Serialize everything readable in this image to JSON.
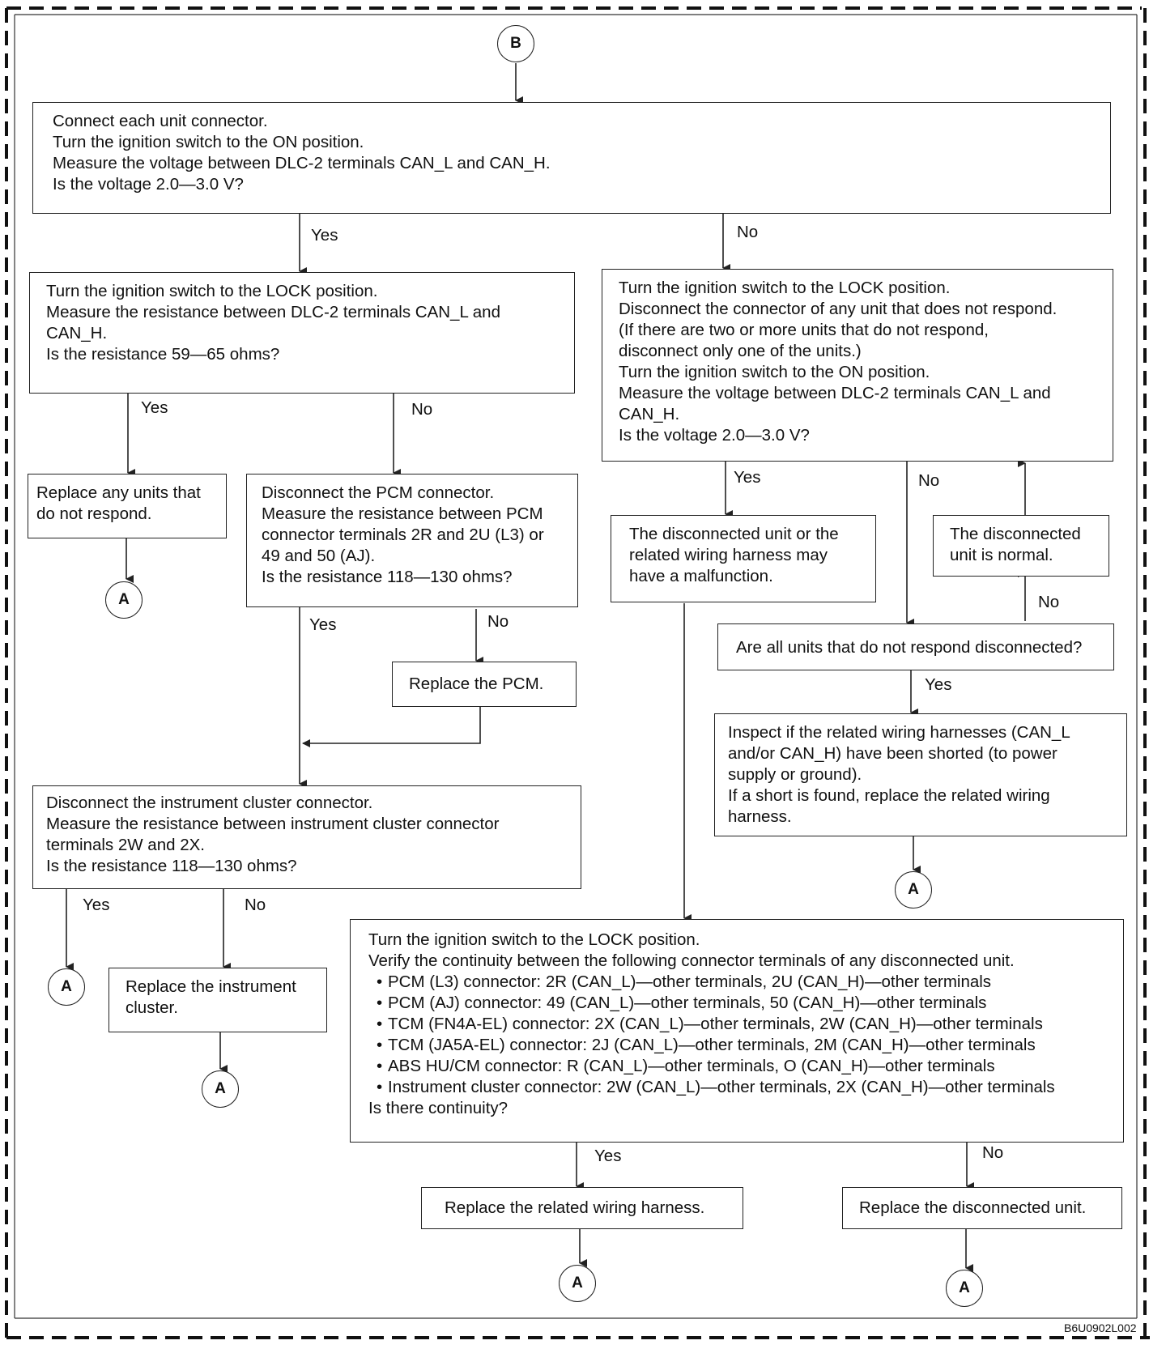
{
  "connector_b": "B",
  "connector_a": "A",
  "figure_code": "B6U0902L002",
  "answers": {
    "yes": "Yes",
    "no": "No"
  },
  "box1": [
    "Connect each unit connector.",
    "Turn the ignition switch to the ON position.",
    "Measure the voltage between DLC-2 terminals CAN_L and CAN_H.",
    "Is the voltage 2.0—3.0 V?"
  ],
  "box2": [
    "Turn the ignition switch to the LOCK position.",
    "Measure the resistance between DLC-2 terminals CAN_L and",
    "CAN_H.",
    "Is the resistance 59—65 ohms?"
  ],
  "box3": [
    "Turn the ignition switch to the LOCK position.",
    "Disconnect the connector of any unit that does not respond.",
    "(If there are two or more units that do not respond,",
    "disconnect only one of the units.)",
    "Turn the ignition switch to the ON position.",
    "Measure the voltage between DLC-2 terminals CAN_L and",
    "CAN_H.",
    "Is the voltage 2.0—3.0 V?"
  ],
  "box4": [
    "Replace any units that",
    "do not respond."
  ],
  "box5": [
    "Disconnect the PCM connector.",
    "Measure the resistance between PCM",
    "connector terminals 2R and 2U (L3) or",
    "49 and 50 (AJ).",
    "Is the resistance 118—130 ohms?"
  ],
  "box6": [
    "The disconnected unit or the",
    "related wiring harness may",
    "have a malfunction."
  ],
  "box7": [
    "The disconnected",
    "unit is normal."
  ],
  "box8": [
    "Replace the PCM."
  ],
  "box9": [
    "Are all units that do not respond disconnected?"
  ],
  "box10": [
    "Inspect if the related wiring harnesses (CAN_L",
    "and/or CAN_H) have been shorted (to power",
    "supply or ground).",
    "If a short is found, replace the related wiring",
    "harness."
  ],
  "box11": [
    "Disconnect the instrument cluster connector.",
    "Measure the resistance between instrument cluster connector",
    "terminals 2W and 2X.",
    "Is the resistance 118—130 ohms?"
  ],
  "box12": [
    "Replace the instrument",
    "cluster."
  ],
  "box13_intro": [
    "Turn the ignition switch to the LOCK position.",
    "Verify the continuity between the following connector terminals of any disconnected unit."
  ],
  "box13_bullets": [
    "PCM (L3) connector: 2R (CAN_L)—other terminals, 2U (CAN_H)—other terminals",
    "PCM (AJ) connector: 49 (CAN_L)—other terminals, 50 (CAN_H)—other terminals",
    "TCM (FN4A-EL) connector: 2X (CAN_L)—other terminals, 2W (CAN_H)—other terminals",
    "TCM (JA5A-EL) connector: 2J (CAN_L)—other terminals, 2M (CAN_H)—other terminals",
    "ABS HU/CM connector: R (CAN_L)—other terminals, O (CAN_H)—other terminals",
    "Instrument cluster connector: 2W (CAN_L)—other terminals, 2X (CAN_H)—other terminals"
  ],
  "box13_question": "Is there continuity?",
  "box14": [
    "Replace the related wiring harness."
  ],
  "box15": [
    "Replace the disconnected unit."
  ]
}
